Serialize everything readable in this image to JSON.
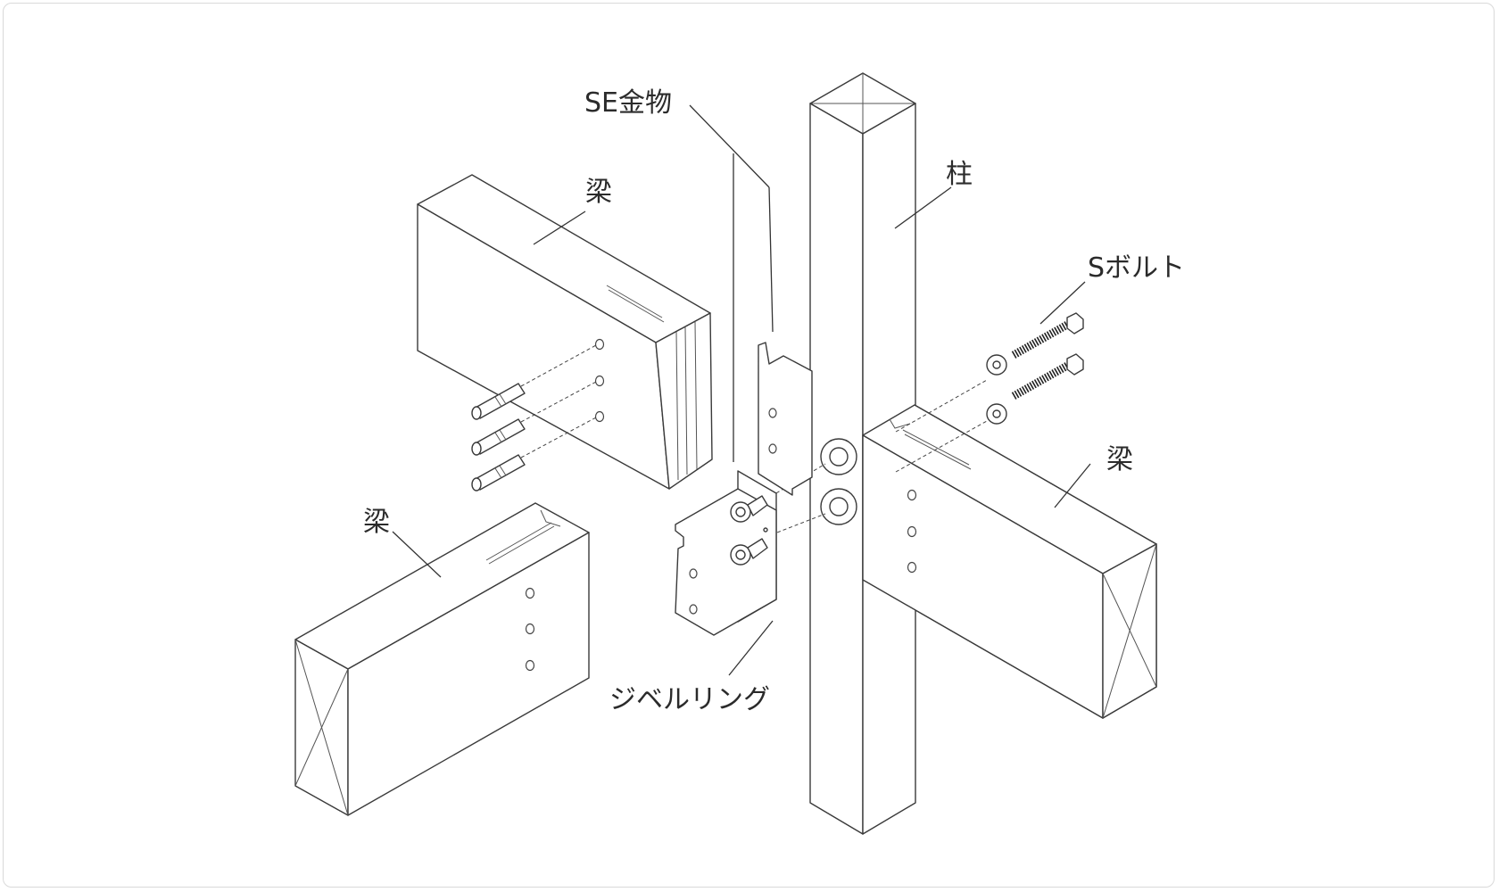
{
  "labels": {
    "se_hardware": "SE金物",
    "column": "柱",
    "beam_upper_left": "梁",
    "beam_lower_left": "梁",
    "beam_right": "梁",
    "s_bolt": "Sボルト",
    "dowel_ring": "ジベルリング"
  },
  "colors": {
    "line": "#3a3a3a",
    "background": "#ffffff",
    "frame_border": "#d9d9d9"
  }
}
